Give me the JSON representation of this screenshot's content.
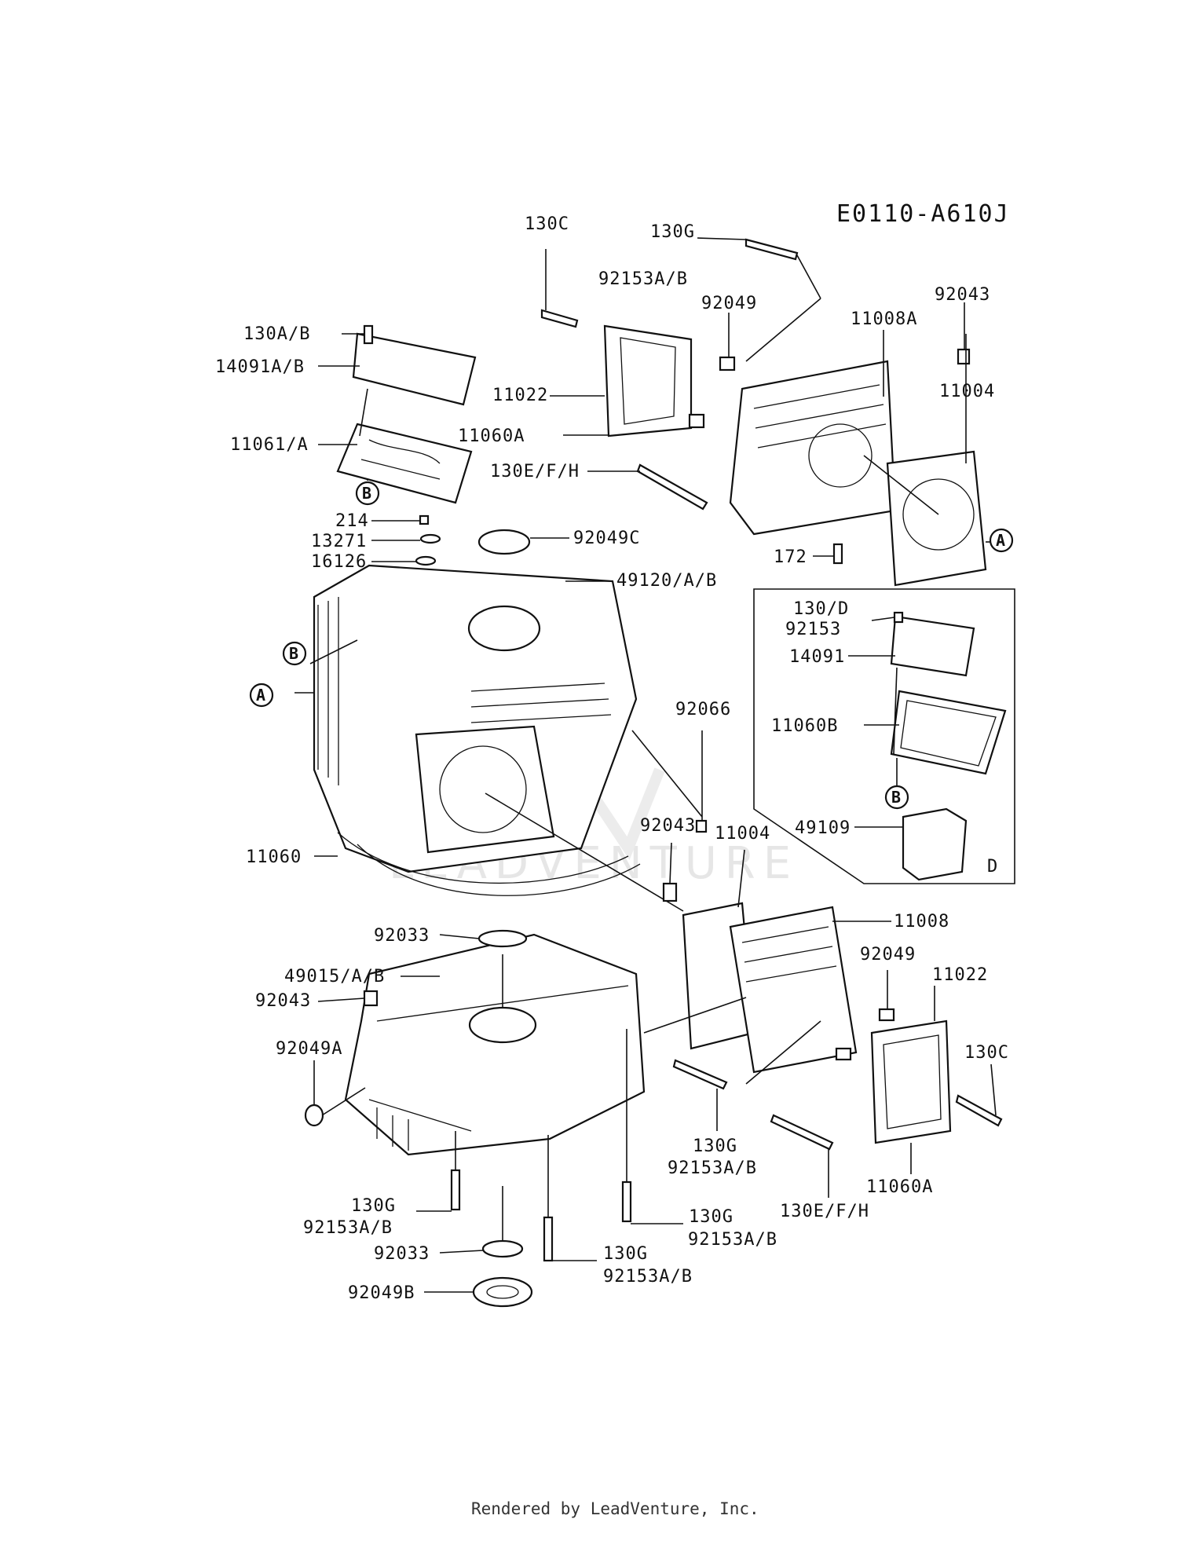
{
  "diagram_code": "E0110-A610J",
  "footer": "Rendered by LeadVenture, Inc.",
  "watermark": "LEADVENTURE",
  "labels": {
    "l_130c_top": "130C",
    "l_130g_top": "130G",
    "l_92153ab_top": "92153A/B",
    "l_92049_top": "92049",
    "l_11008a": "11008A",
    "l_92043_top": "92043",
    "l_130ab": "130A/B",
    "l_14091ab": "14091A/B",
    "l_11022_top": "11022",
    "l_11004_top": "11004",
    "l_11060a_top": "11060A",
    "l_11061a": "11061/A",
    "l_130efh_top": "130E/F/H",
    "l_214": "214",
    "l_13271": "13271",
    "l_92049c": "92049C",
    "l_16126": "16126",
    "l_172": "172",
    "l_49120ab": "49120/A/B",
    "l_130d": "130/D",
    "l_92153_d": "92153",
    "l_14091": "14091",
    "l_92066": "92066",
    "l_11060b": "11060B",
    "l_49109": "49109",
    "l_d": "D",
    "l_92043_mid": "92043",
    "l_11004_mid": "11004",
    "l_11060": "11060",
    "l_11008": "11008",
    "l_92033_top": "92033",
    "l_92049_right": "92049",
    "l_11022_right": "11022",
    "l_49015ab": "49015/A/B",
    "l_92043_low": "92043",
    "l_92049a": "92049A",
    "l_130c_right": "130C",
    "l_130g_mid": "130G",
    "l_92153ab_mid": "92153A/B",
    "l_11060a_right": "11060A",
    "l_130efh_right": "130E/F/H",
    "l_130g_low1": "130G",
    "l_92153ab_low1": "92153A/B",
    "l_130g_low2": "130G",
    "l_92153ab_low2": "92153A/B",
    "l_92033_low": "92033",
    "l_130g_low3": "130G",
    "l_92153ab_low3": "92153A/B",
    "l_92049b": "92049B"
  },
  "callouts": {
    "b_top": "B",
    "b_left": "B",
    "a_left": "A",
    "a_right": "A",
    "b_box": "B"
  }
}
